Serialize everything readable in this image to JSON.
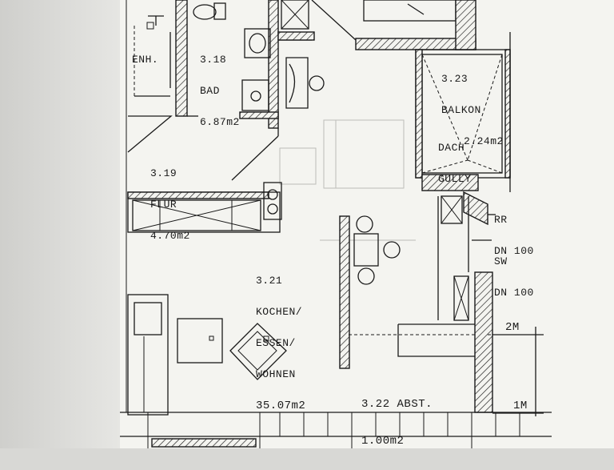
{
  "rooms": [
    {
      "id": "bad",
      "number": "3.18",
      "name": "BAD",
      "area": "6.87m2"
    },
    {
      "id": "flur",
      "number": "3.19",
      "name": "FLUR",
      "area": "4.70m2"
    },
    {
      "id": "kochen",
      "number": "3.21",
      "name_lines": [
        "KOCHEN/",
        "ESSEN/",
        "WOHNEN"
      ],
      "area": "35.07m2"
    },
    {
      "id": "abst",
      "number": "3.22",
      "name": "ABST.",
      "area": "1.00m2"
    },
    {
      "id": "balkon",
      "number": "3.23",
      "name": "BALKON",
      "area": "2.24m2"
    }
  ],
  "annotations": {
    "enh": "ENH.",
    "dach_gully": [
      "DACH",
      "GULLY"
    ],
    "rr": [
      "RR",
      "DN 100"
    ],
    "sw": [
      "SW",
      "DN 100"
    ]
  },
  "dimensions": {
    "top": "2M",
    "bottom": "1M"
  }
}
